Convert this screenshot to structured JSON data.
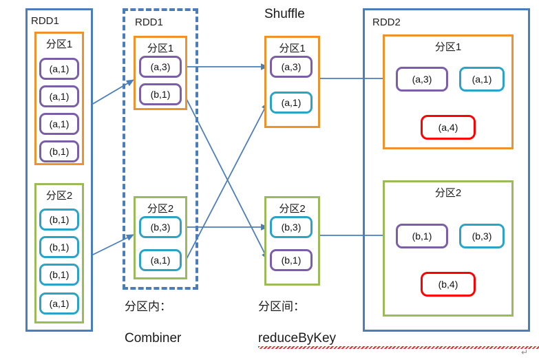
{
  "diagram": {
    "title_texts": {
      "shuffle": "Shuffle",
      "intra_partition_label": "分区内：",
      "intra_partition_op": "Combiner",
      "inter_partition_label": "分区间：",
      "inter_partition_op": "reduceByKey",
      "pilcrow": "↵"
    },
    "colors": {
      "frame_blue": "#4a7ebb",
      "partition_orange": "#f0922b",
      "partition_green": "#9bbb59",
      "cell_purple": "#7b5ea7",
      "cell_teal": "#2ba3c7",
      "cell_red": "#ff0000",
      "arrow_blue": "#4a7ebb",
      "background": "#ffffff"
    },
    "columns": [
      {
        "id": "source-rdd1",
        "frame_label": "RDD1",
        "frame_style": "solid-blue",
        "partitions": [
          {
            "label": "分区1",
            "border": "orange",
            "cells": [
              {
                "text": "(a,1)",
                "color": "purple"
              },
              {
                "text": "(a,1)",
                "color": "purple"
              },
              {
                "text": "(a,1)",
                "color": "purple"
              },
              {
                "text": "(b,1)",
                "color": "purple"
              }
            ]
          },
          {
            "label": "分区2",
            "border": "green",
            "cells": [
              {
                "text": "(b,1)",
                "color": "teal"
              },
              {
                "text": "(b,1)",
                "color": "teal"
              },
              {
                "text": "(b,1)",
                "color": "teal"
              },
              {
                "text": "(a,1)",
                "color": "teal"
              }
            ]
          }
        ]
      },
      {
        "id": "combined-rdd1",
        "frame_label": "RDD1",
        "frame_style": "dashed-blue",
        "partitions": [
          {
            "label": "分区1",
            "border": "orange",
            "cells": [
              {
                "text": "(a,3)",
                "color": "purple"
              },
              {
                "text": "(b,1)",
                "color": "purple"
              }
            ]
          },
          {
            "label": "分区2",
            "border": "green",
            "cells": [
              {
                "text": "(b,3)",
                "color": "teal"
              },
              {
                "text": "(a,1)",
                "color": "teal"
              }
            ]
          }
        ]
      },
      {
        "id": "shuffle",
        "frame_label": "Shuffle",
        "frame_style": "none",
        "partitions": [
          {
            "label": "分区1",
            "border": "orange",
            "cells": [
              {
                "text": "(a,3)",
                "color": "purple"
              },
              {
                "text": "(a,1)",
                "color": "teal"
              }
            ]
          },
          {
            "label": "分区2",
            "border": "green",
            "cells": [
              {
                "text": "(b,3)",
                "color": "teal"
              },
              {
                "text": "(b,1)",
                "color": "purple"
              }
            ]
          }
        ]
      },
      {
        "id": "result-rdd2",
        "frame_label": "RDD2",
        "frame_style": "solid-blue",
        "partitions": [
          {
            "label": "分区1",
            "border": "orange",
            "cells": [
              {
                "text": "(a,3)",
                "color": "purple"
              },
              {
                "text": "(a,1)",
                "color": "teal"
              },
              {
                "text": "(a,4)",
                "color": "red"
              }
            ]
          },
          {
            "label": "分区2",
            "border": "green",
            "cells": [
              {
                "text": "(b,1)",
                "color": "purple"
              },
              {
                "text": "(b,3)",
                "color": "teal"
              },
              {
                "text": "(b,4)",
                "color": "red"
              }
            ]
          }
        ]
      }
    ]
  }
}
